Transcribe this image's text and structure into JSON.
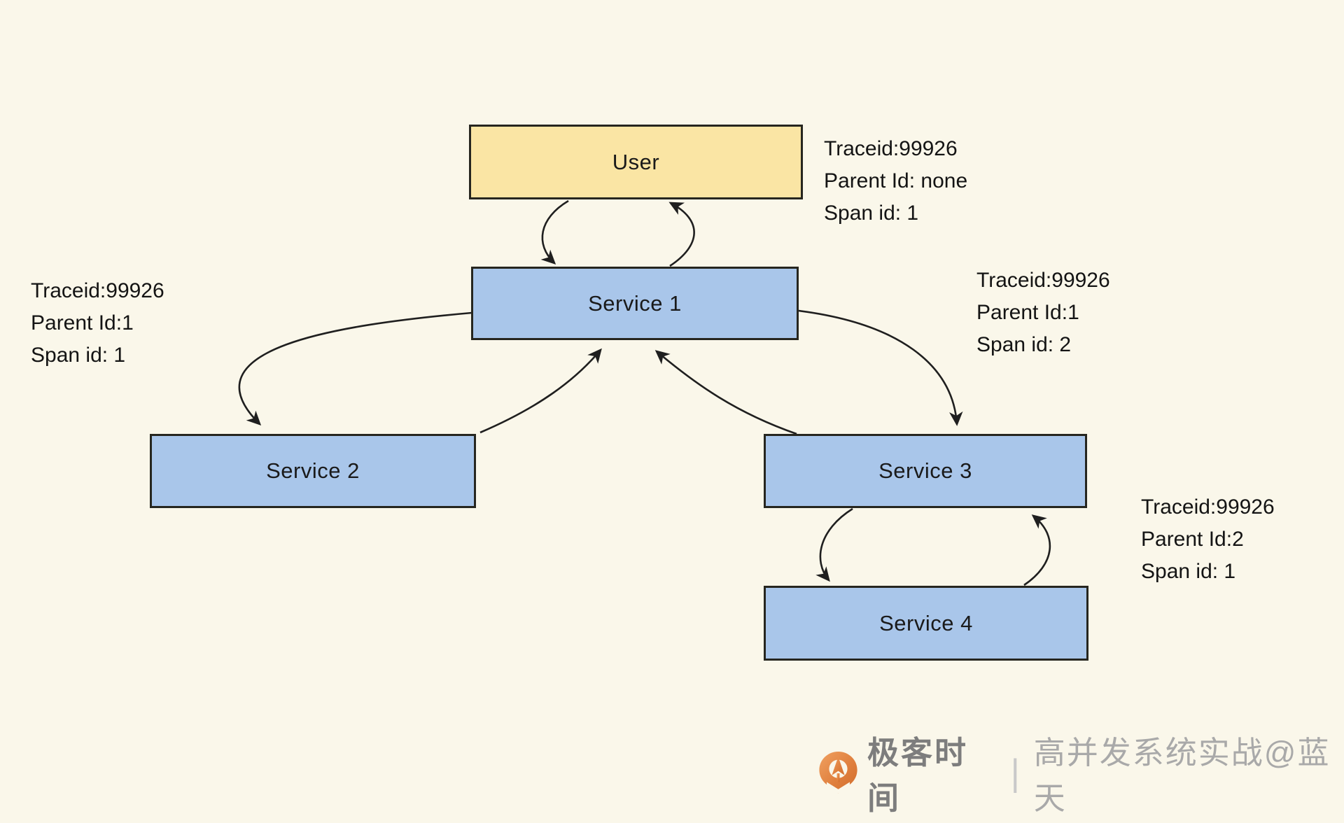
{
  "palette": {
    "background": "#faf7ea",
    "node_border": "#26261f",
    "user_fill": "#fae5a4",
    "service_fill": "#a9c6ea",
    "arrow": "#1f1f1f",
    "annotation_text": "#141414",
    "watermark_brand_gray": "#7d7d7d",
    "watermark_credit_gray": "#a9a9a9",
    "watermark_separator_gray": "#c9c9c9",
    "logo_orange": "#e0803e"
  },
  "diagram": {
    "nodes": [
      {
        "id": "user",
        "label": "User"
      },
      {
        "id": "service1",
        "label": "Service 1"
      },
      {
        "id": "service2",
        "label": "Service 2"
      },
      {
        "id": "service3",
        "label": "Service 3"
      },
      {
        "id": "service4",
        "label": "Service 4"
      }
    ],
    "annotations": [
      {
        "id": "user-trace",
        "lines": [
          "Traceid:99926",
          "Parent Id: none",
          "Span id: 1"
        ]
      },
      {
        "id": "service2-trace",
        "lines": [
          "Traceid:99926",
          "Parent Id:1",
          "Span id: 1"
        ]
      },
      {
        "id": "service3-trace",
        "lines": [
          "Traceid:99926",
          "Parent Id:1",
          "Span id: 2"
        ]
      },
      {
        "id": "service4-trace",
        "lines": [
          "Traceid:99926",
          "Parent Id:2",
          "Span id: 1"
        ]
      }
    ],
    "edges": [
      {
        "from": "user",
        "to": "service1"
      },
      {
        "from": "service1",
        "to": "user"
      },
      {
        "from": "service1",
        "to": "service2"
      },
      {
        "from": "service2",
        "to": "service1"
      },
      {
        "from": "service1",
        "to": "service3"
      },
      {
        "from": "service3",
        "to": "service1"
      },
      {
        "from": "service3",
        "to": "service4"
      },
      {
        "from": "service4",
        "to": "service3"
      }
    ]
  },
  "watermark": {
    "brand": "极客时间",
    "separator": "|",
    "credit": "高并发系统实战@蓝天"
  }
}
